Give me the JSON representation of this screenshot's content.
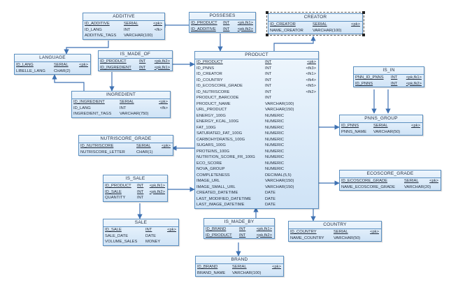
{
  "entities": {
    "additive": {
      "title": "ADDITIVE",
      "rows": [
        {
          "name": "ID_ADDITIVE",
          "type": "SERIAL",
          "key": "<pk>",
          "pk": true
        },
        {
          "name": "ID_LANG",
          "type": "INT",
          "key": "<fk>"
        },
        {
          "name": "ADDITIVE_TAGS",
          "type": "VARCHAR(100)",
          "key": ""
        }
      ]
    },
    "possesses": {
      "title": "POSSESES",
      "rows": [
        {
          "name": "ID_PRODUCT",
          "type": "INT",
          "key": "<pk,fk1>",
          "pk": true
        },
        {
          "name": "ID_ADDITIVE",
          "type": "INT",
          "key": "<pk,fk2>",
          "pk": true
        }
      ]
    },
    "creator": {
      "title": "CREATOR",
      "rows": [
        {
          "name": "ID_CREATOR",
          "type": "SERIAL",
          "key": "<pk>",
          "pk": true
        },
        {
          "name": "NAME_CREATOR",
          "type": "VARCHAR(100)",
          "key": ""
        }
      ]
    },
    "language": {
      "title": "LANGUAGE",
      "rows": [
        {
          "name": "ID_LANG",
          "type": "SERIAL",
          "key": "<pk>",
          "pk": true
        },
        {
          "name": "LIBELLE_LANG",
          "type": "CHAR(2)",
          "key": ""
        }
      ]
    },
    "is_made_of": {
      "title": "IS_MADE_OF",
      "rows": [
        {
          "name": "ID_PRODUCT",
          "type": "INT",
          "key": "<pk,fk2>",
          "pk": true
        },
        {
          "name": "ID_INGREDIENT",
          "type": "INT",
          "key": "<pk,fk1>",
          "pk": true
        }
      ]
    },
    "product": {
      "title": "PRODUCT",
      "rows": [
        {
          "name": "ID_PRODUCT",
          "type": "INT",
          "key": "<pk>",
          "pk": true
        },
        {
          "name": "ID_PNNS",
          "type": "INT",
          "key": "<fk3>"
        },
        {
          "name": "ID_CREATOR",
          "type": "INT",
          "key": "<fk1>"
        },
        {
          "name": "ID_COUNTRY",
          "type": "INT",
          "key": "<fk4>"
        },
        {
          "name": "ID_ECOSCORE_GRADE",
          "type": "INT",
          "key": "<fk5>"
        },
        {
          "name": "ID_NUTRISCORE",
          "type": "INT",
          "key": "<fk2>"
        },
        {
          "name": "PRODUCT_BARCODE",
          "type": "INT",
          "key": ""
        },
        {
          "name": "PRODUCT_NAME",
          "type": "VARCHAR(100)",
          "key": ""
        },
        {
          "name": "URL_PRODUCT",
          "type": "VARCHAR(150)",
          "key": ""
        },
        {
          "name": "ENERGY_100G",
          "type": "NUMERIC",
          "key": ""
        },
        {
          "name": "ENERGY_KCAL_100G",
          "type": "NUMERIC",
          "key": ""
        },
        {
          "name": "FAT_100G",
          "type": "NUMERIC",
          "key": ""
        },
        {
          "name": "SATURATED_FAT_100G",
          "type": "NUMERIC",
          "key": ""
        },
        {
          "name": "CARBOHYDRATES_100G",
          "type": "NUMERIC",
          "key": ""
        },
        {
          "name": "SUGARS_100G",
          "type": "NUMERIC",
          "key": ""
        },
        {
          "name": "PROTEINS_100G",
          "type": "NUMERIC",
          "key": ""
        },
        {
          "name": "NUTRITION_SCORE_FR_100G",
          "type": "NUMERIC",
          "key": ""
        },
        {
          "name": "ECO_SCORE",
          "type": "NUMERIC",
          "key": ""
        },
        {
          "name": "NOVA_GROUP",
          "type": "NUMERIC",
          "key": ""
        },
        {
          "name": "COMPLETENESS",
          "type": "DECIMAL(5,5)",
          "key": ""
        },
        {
          "name": "IMAGE_URL",
          "type": "VARCHAR(150)",
          "key": ""
        },
        {
          "name": "IMAGE_SMALL_URL",
          "type": "VARCHAR(150)",
          "key": ""
        },
        {
          "name": "CREATED_DATETIME",
          "type": "DATE",
          "key": ""
        },
        {
          "name": "LAST_MODIFIED_DATETIME",
          "type": "DATE",
          "key": ""
        },
        {
          "name": "LAST_IMAGE_DATETIME",
          "type": "DATE",
          "key": ""
        }
      ]
    },
    "is_in": {
      "title": "IS_IN",
      "rows": [
        {
          "name": "PNN_ID_PNNS",
          "type": "INT",
          "key": "<pk,fk1>",
          "pk": true
        },
        {
          "name": "ID_PNNS",
          "type": "INT",
          "key": "<pk,fk2>",
          "pk": true
        }
      ]
    },
    "ingredient": {
      "title": "INGREDIENT",
      "rows": [
        {
          "name": "ID_INGREDIENT",
          "type": "SERIAL",
          "key": "<pk>",
          "pk": true
        },
        {
          "name": "ID_LANG",
          "type": "INT",
          "key": "<fk>"
        },
        {
          "name": "INGREDIENT_TAGS",
          "type": "VARCHAR(750)",
          "key": ""
        }
      ]
    },
    "pnns_group": {
      "title": "PNNS_GROUP",
      "rows": [
        {
          "name": "ID_PNNS",
          "type": "SERIAL",
          "key": "<pk>",
          "pk": true
        },
        {
          "name": "PNNS_NAME",
          "type": "VARCHAR(50)",
          "key": ""
        }
      ]
    },
    "nutriscore_grade": {
      "title": "NUTRISCORE_GRADE",
      "rows": [
        {
          "name": "ID_NUTRISCORE",
          "type": "SERIAL",
          "key": "<pk>",
          "pk": true
        },
        {
          "name": "NUTRISCORE_LETTER",
          "type": "CHAR(1)",
          "key": ""
        }
      ]
    },
    "ecoscore_grade": {
      "title": "ECOSCORE_GRADE",
      "rows": [
        {
          "name": "ID_ECOSCORE_GRADE",
          "type": "SERIAL",
          "key": "<pk>",
          "pk": true
        },
        {
          "name": "NAME_ECOSCORE_GRADE",
          "type": "VARCHAR(20)",
          "key": ""
        }
      ]
    },
    "is_sale": {
      "title": "IS_SALE",
      "rows": [
        {
          "name": "ID_PRODUCT",
          "type": "INT",
          "key": "<pk,fk1>",
          "pk": true
        },
        {
          "name": "ID_SALE",
          "type": "INT",
          "key": "<pk,fk2>",
          "pk": true
        },
        {
          "name": "QUANTITY",
          "type": "INT",
          "key": ""
        }
      ]
    },
    "sale": {
      "title": "SALE",
      "rows": [
        {
          "name": "ID_SALE",
          "type": "INT",
          "key": "<pk>",
          "pk": true
        },
        {
          "name": "SALE_DATE",
          "type": "DATE",
          "key": ""
        },
        {
          "name": "VOLUME_SALES",
          "type": "MONEY",
          "key": ""
        }
      ]
    },
    "is_made_by": {
      "title": "IS_MADE_BY",
      "rows": [
        {
          "name": "ID_BRAND",
          "type": "INT",
          "key": "<pk,fk1>",
          "pk": true
        },
        {
          "name": "ID_PRODUCT",
          "type": "INT",
          "key": "<pk,fk2>",
          "pk": true
        }
      ]
    },
    "country": {
      "title": "COUNTRY",
      "rows": [
        {
          "name": "ID_COUNTRY",
          "type": "SERIAL",
          "key": "<pk>",
          "pk": true
        },
        {
          "name": "NAME_COUNTRY",
          "type": "VARCHAR(50)",
          "key": ""
        }
      ]
    },
    "brand": {
      "title": "BRAND",
      "rows": [
        {
          "name": "ID_BRAND",
          "type": "SERIAL",
          "key": "<pk>",
          "pk": true
        },
        {
          "name": "BRAND_NAME",
          "type": "VARCHAR(100)",
          "key": ""
        }
      ]
    }
  },
  "colors": {
    "line": "#3f72b3",
    "border": "#5b8fc0",
    "fill_top": "#eef6fd",
    "fill_bottom": "#cfe3f6"
  }
}
